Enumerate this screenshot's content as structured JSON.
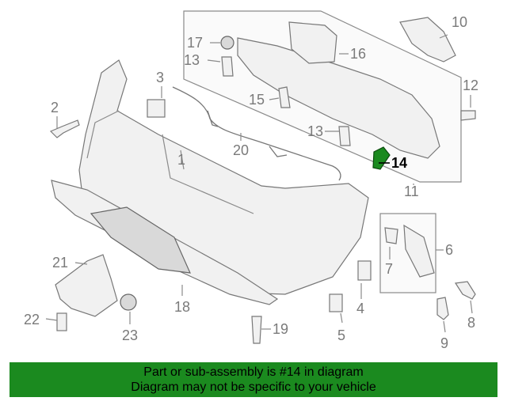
{
  "banner": {
    "line1": "Part or sub-assembly is #14 in diagram",
    "line2": "Diagram may not be specific to your vehicle",
    "color": "#1b8a1f"
  },
  "highlight": {
    "part": "14",
    "color": "#1b8a1f"
  },
  "callouts": {
    "c1": "1",
    "c2": "2",
    "c3": "3",
    "c4": "4",
    "c5": "5",
    "c6": "6",
    "c7": "7",
    "c8": "8",
    "c9": "9",
    "c10": "10",
    "c11": "11",
    "c12": "12",
    "c13a": "13",
    "c13b": "13",
    "c14": "14",
    "c15": "15",
    "c16": "16",
    "c17": "17",
    "c18": "18",
    "c19": "19",
    "c20": "20",
    "c21": "21",
    "c22": "22",
    "c23": "23"
  }
}
